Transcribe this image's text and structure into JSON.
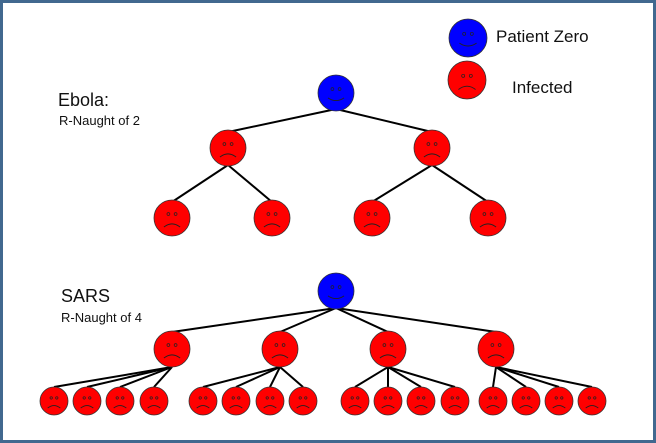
{
  "legend": {
    "patient_zero_label": "Patient Zero",
    "infected_label": "Infected",
    "colors": {
      "patient_zero": "#0000ff",
      "infected": "#ff0000"
    }
  },
  "trees": [
    {
      "id": "ebola",
      "title": "Ebola:",
      "subtitle": "R-Naught of 2",
      "r_naught": 2,
      "generations": 3
    },
    {
      "id": "sars",
      "title": "SARS",
      "subtitle": "R-Naught of 4",
      "r_naught": 4,
      "generations": 3
    }
  ],
  "border_color": "#41688f"
}
